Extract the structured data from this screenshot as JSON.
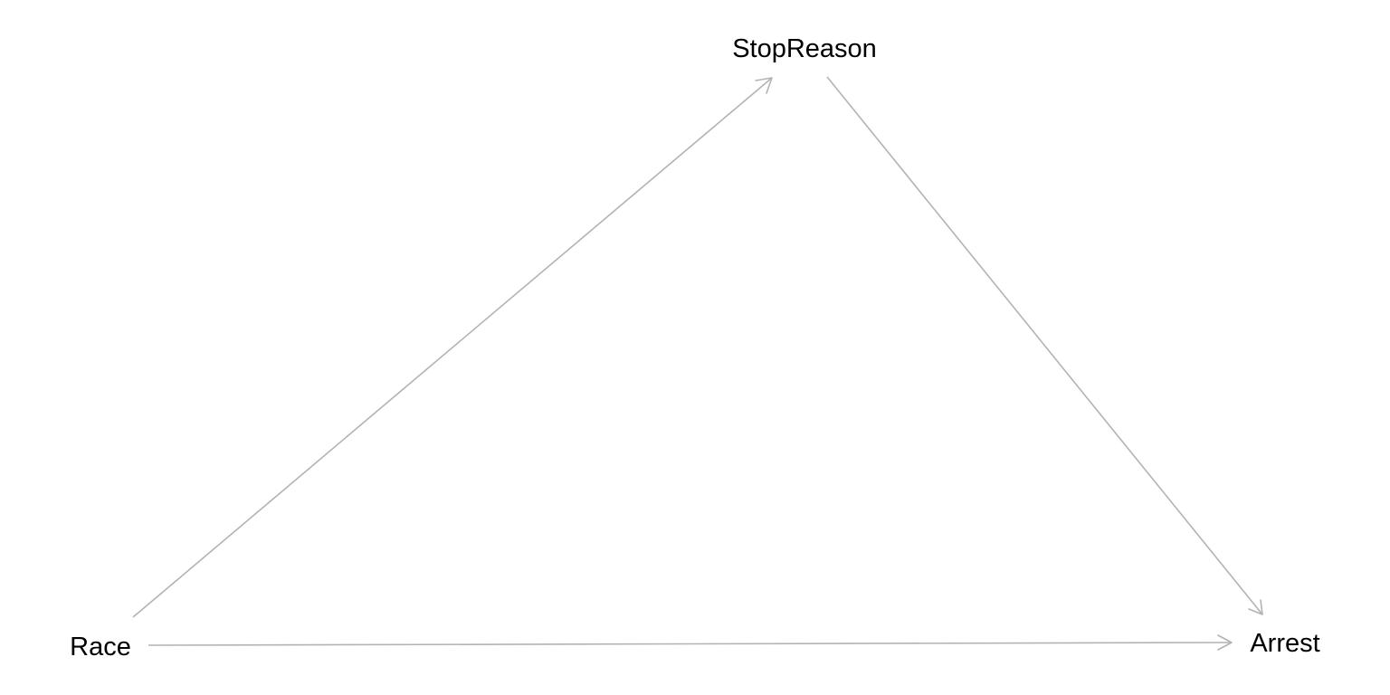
{
  "nodes": [
    {
      "id": "stopreason",
      "label": "StopReason"
    },
    {
      "id": "race",
      "label": "Race"
    },
    {
      "id": "arrest",
      "label": "Arrest"
    }
  ],
  "edges": [
    {
      "from": "race",
      "to": "stopreason"
    },
    {
      "from": "stopreason",
      "to": "arrest"
    },
    {
      "from": "race",
      "to": "arrest"
    }
  ],
  "colors": {
    "edge": "#b3b3b3",
    "label": "#000000",
    "background": "#ffffff"
  }
}
